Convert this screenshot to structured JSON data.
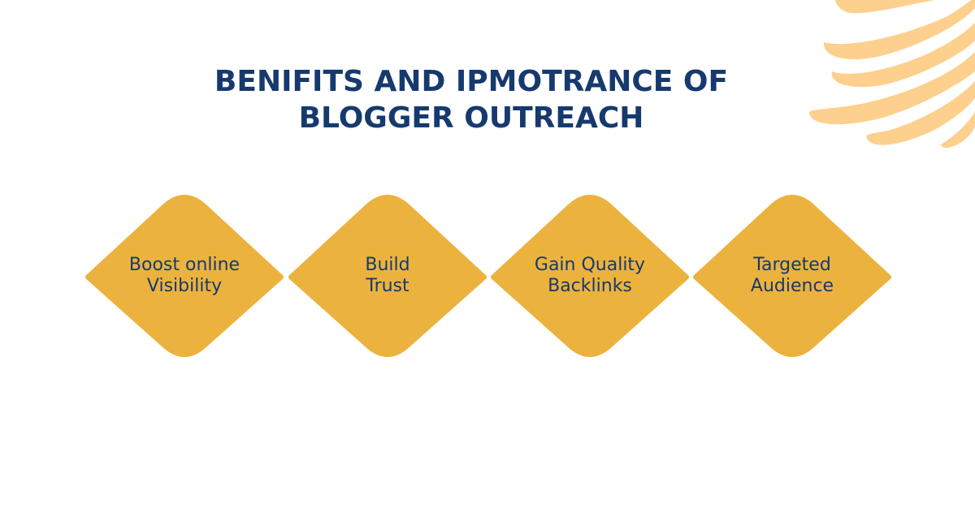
{
  "title": {
    "line1": "BENIFITS AND IPMOTRANCE OF",
    "line2": "BLOGGER OUTREACH"
  },
  "items": [
    {
      "line1": "Boost online",
      "line2": "Visibility"
    },
    {
      "line1": "Build",
      "line2": "Trust"
    },
    {
      "line1": "Gain Quality",
      "line2": "Backlinks"
    },
    {
      "line1": "Targeted",
      "line2": "Audience"
    }
  ],
  "colors": {
    "diamond": "#ecb23e",
    "title": "#163a6e",
    "label": "#163a6e",
    "decoration": "#fdd08d"
  },
  "icons": [
    "decorative-swoosh-icon"
  ]
}
